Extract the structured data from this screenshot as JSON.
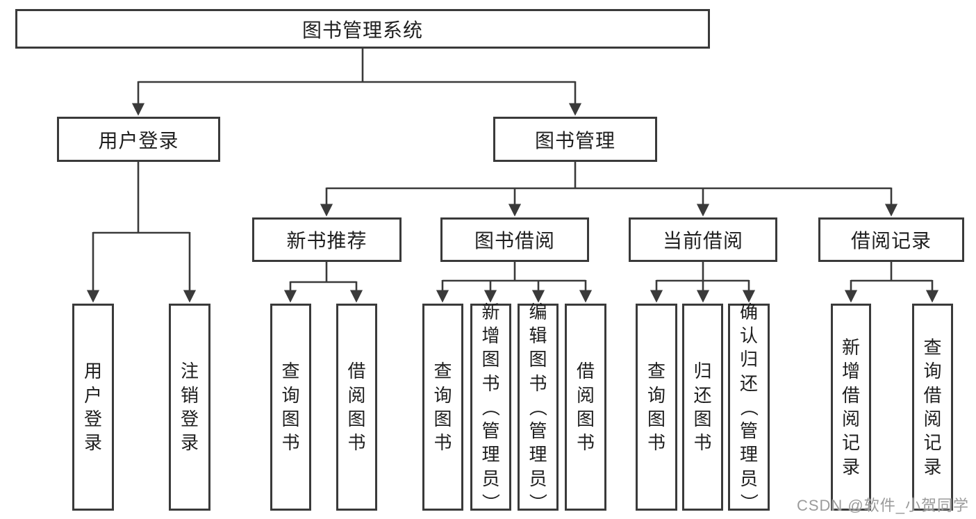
{
  "colors": {
    "background": "#ffffff",
    "line": "#3a3a3a",
    "text": "#1e1e1e",
    "watermark": "#9b9b9b"
  },
  "watermark": "CSDN @软件_小贺同学",
  "tree": {
    "root": {
      "label": "图书管理系统",
      "children": [
        {
          "label": "用户登录",
          "children": [
            {
              "label": "用户登录"
            },
            {
              "label": "注销登录"
            }
          ]
        },
        {
          "label": "图书管理",
          "children": [
            {
              "label": "新书推荐",
              "children": [
                {
                  "label": "查询图书"
                },
                {
                  "label": "借阅图书"
                }
              ]
            },
            {
              "label": "图书借阅",
              "children": [
                {
                  "label": "查询图书"
                },
                {
                  "label": "新增图书（管理员）"
                },
                {
                  "label": "编辑图书（管理员）"
                },
                {
                  "label": "借阅图书"
                }
              ]
            },
            {
              "label": "当前借阅",
              "children": [
                {
                  "label": "查询图书"
                },
                {
                  "label": "归还图书"
                },
                {
                  "label": "确认归还（管理员）"
                }
              ]
            },
            {
              "label": "借阅记录",
              "children": [
                {
                  "label": "新增借阅记录"
                },
                {
                  "label": "查询借阅记录"
                }
              ]
            }
          ]
        }
      ]
    }
  }
}
